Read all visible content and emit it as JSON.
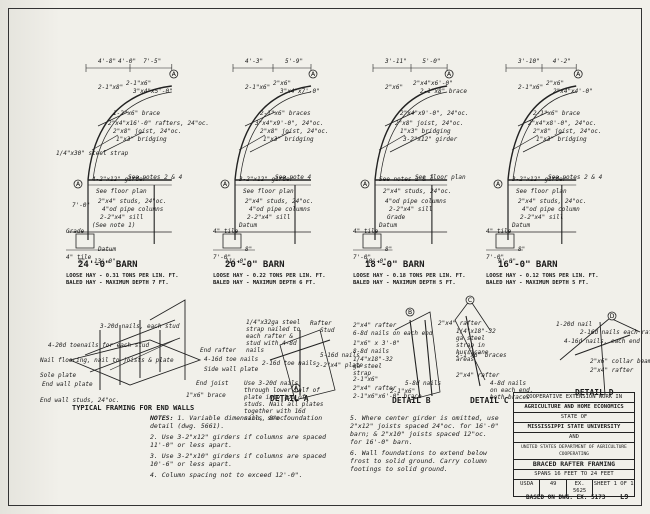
{
  "barns": [
    {
      "id": "24",
      "title": "24'-0\" BARN",
      "loose": "LOOSE HAY - 0.31 TONS PER LIN. FT.",
      "baled": "BALED HAY - MAXIMUM DEPTH 7 FT.",
      "dims": [
        "4'-8\"",
        "7'-5\""
      ],
      "labels": [
        "2-1\"x8\"",
        "2-1\"x6\"",
        "3\"x4\"x5'-0\"",
        "1-2\"x6\" brace",
        "2\"x4\"x16'-0\" rafters, 24\"oc.",
        "2\"x8\" joist, 24\"oc.",
        "1\"x3\" bridging",
        "4-2\"x12\" girder",
        "See notes 2 & 4",
        "See floor plan",
        "2\"x4\" studs, 24\"oc.",
        "4\"od pipe columns",
        "2-2\"x4\" sill",
        "(See note 1)",
        "Grade",
        "Datum",
        "4\" tile",
        "8\"",
        "7'-0\"",
        "1/4\"x30\" steel strap",
        "4'-0\"",
        "13'-0\""
      ]
    },
    {
      "id": "20",
      "title": "20'-0\" BARN",
      "loose": "LOOSE HAY - 0.22 TONS PER LIN. FT.",
      "baled": "BALED HAY - MAXIMUM DEPTH 6 FT.",
      "dims": [
        "4'-3\"",
        "5'-9\""
      ],
      "labels": [
        "2-1\"x6\"",
        "2\"x6\"",
        "3\"x4\"x7'-0\"",
        "2-1\"x6\" braces",
        "3\"x4\"x9'-0\", 24\"oc.",
        "2\"x8\" joist, 24\"oc.",
        "1\"x3\" bridging",
        "3-2\"x12\" girder",
        "See note 4",
        "See floor plan",
        "2\"x4\" studs, 24\"oc.",
        "4\"od pipe columns",
        "2-2\"x4\" sill",
        "Datum",
        "4\" tile",
        "8\"",
        "7'-0\"",
        "11'-0\""
      ]
    },
    {
      "id": "18",
      "title": "18'-0\" BARN",
      "loose": "LOOSE HAY - 0.18 TONS PER LIN. FT.",
      "baled": "BALED HAY - MAXIMUM DEPTH 5 FT.",
      "dims": [
        "3'-11\"",
        "5'-0\""
      ],
      "labels": [
        "2\"x6\"",
        "2\"x4\"x6'-0\"",
        "2-1\"x8\" brace",
        "2\"x4\"x9'-0\", 24\"oc.",
        "2\"x8\" joist, 24\"oc.",
        "1\"x3\" bridging",
        "3-2\"x12\" girder",
        "See notes 2 & 4",
        "See floor plan",
        "2\"x4\" studs, 24\"oc.",
        "4\"od pipe columns",
        "2-2\"x4\" sill",
        "Grade",
        "Datum",
        "4\" tile",
        "8\"",
        "7'-0\"",
        "10'-0\""
      ]
    },
    {
      "id": "16",
      "title": "16'-0\" BARN",
      "loose": "LOOSE HAY - 0.12 TONS PER LIN. FT.",
      "baled": "BALED HAY - MAXIMUM DEPTH 5 FT.",
      "dims": [
        "3'-10\"",
        "4'-2\""
      ],
      "labels": [
        "2-1\"x6\"",
        "2\"x6\"",
        "2\"x4\"x4'-0\"",
        "2-1\"x6\" brace",
        "2\"x4\"x8'-0\", 24\"oc.",
        "2\"x8\" joist, 24\"oc.",
        "1\"x3\" bridging",
        "3-2\"x12\" girder",
        "See notes 2 & 4",
        "See floor plan",
        "2\"x4\" studs, 24\"oc.",
        "4\"od pipe column",
        "2-2\"x4\" sill",
        "Datum",
        "4\" tile",
        "8\"",
        "7'-0\"",
        "9'-0\""
      ]
    }
  ],
  "end_walls": {
    "title": "TYPICAL FRAMING FOR END WALLS",
    "labels": [
      "3-20d nails, each stud",
      "4-20d toenails for each stud",
      "Nail flooring, nail to joists & plate",
      "Sole plate",
      "End wall plate",
      "End rafter",
      "4-16d toe nails",
      "Side wall plate",
      "End joist",
      "End wall studs, 24\"oc.",
      "1\"x6\" brace"
    ]
  },
  "details": [
    {
      "title": "DETAIL A",
      "labels": [
        "1/4\"x32ga steel strap nailed to each rafter & stud with 4-8d nails",
        "Rafter",
        "Stud",
        "5-16d nails",
        "2-2\"x4\" plate",
        "2-16d toe nails",
        "Use 3-20d nails through lower half of plate into top of studs. Nail all plates together with 16d nails, 8\"oc."
      ]
    },
    {
      "title": "DETAIL B",
      "labels": [
        "2\"x4\" rafter",
        "6-8d nails on each end",
        "1\"x6\" x 3'-0\"",
        "8-8d nails",
        "1/4\"x18\"-32 ga steel strap",
        "2-1\"x6\"",
        "2\"x4\" rafter",
        "5-8d nails",
        "2-1\"x6\"",
        "2-1\"x6\"x6'-0\" brace"
      ]
    },
    {
      "title": "DETAIL C",
      "labels": [
        "2\"x4\" rafter",
        "1/4\"x18\"-32 ga steel strap in hurricane areas",
        "2-1\"x6\" braces",
        "2\"x4\" rafter",
        "4-8d nails on each end, both braces"
      ]
    },
    {
      "title": "DETAIL D",
      "labels": [
        "1-20d nail",
        "2-16d nails each rafter",
        "4-16d nails, each end",
        "2\"x6\" collar beam",
        "2\"x4\" rafter"
      ]
    }
  ],
  "notes": {
    "heading": "NOTES:",
    "items": [
      "1. Variable dimension, see foundation detail (dwg. 5661).",
      "2. Use 3-2\"x12\" girders if columns are spaced 11'-0\" or less apart.",
      "3. Use 3-2\"x10\" girders if columns are spaced 10'-6\" or less apart.",
      "4. Column spacing not to exceed 12'-0\".",
      "5. Where center girder is omitted, use 2\"x12\" joists spaced 24\"oc. for 16'-0\" barn; & 2\"x10\" joists spaced 12\"oc. for 16'-0\" barn.",
      "6. Wall foundations to extend below frost to solid ground. Carry column footings to solid ground."
    ]
  },
  "title_block": {
    "line1": "COOPERATIVE EXTENSION WORK IN",
    "line2": "AGRICULTURE AND HOME ECONOMICS",
    "line3": "STATE OF",
    "line4": "MISSISSIPPI STATE UNIVERSITY",
    "line5": "AND",
    "line6": "UNITED STATES DEPARTMENT OF AGRICULTURE COOPERATING",
    "drawing_title": "BRACED RAFTER FRAMING",
    "span": "SPANS 16 FEET TO 24 FEET",
    "usda": "USDA",
    "number": "49",
    "ex": "EX. 5625",
    "sheet": "SHEET 1 OF 1"
  },
  "footer": "BASED ON DWG. EX. 5173",
  "footer_mark": "L9",
  "circle_marks": [
    "A",
    "B",
    "C",
    "D"
  ]
}
